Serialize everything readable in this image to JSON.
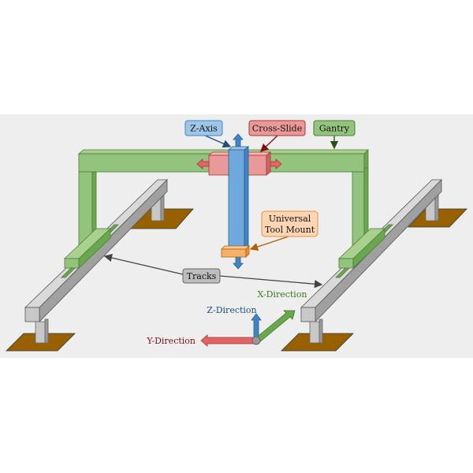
{
  "labels": {
    "z_axis": "Z-Axis",
    "cross_slide": "Cross-Slide",
    "gantry": "Gantry",
    "tool_mount_line1": "Universal",
    "tool_mount_line2": "Tool Mount",
    "tracks": "Tracks"
  },
  "axes": {
    "x": "X-Direction",
    "y": "Y-Direction",
    "z": "Z-Direction"
  },
  "colors": {
    "gantry": "#93c47d",
    "z_axis": "#6fa8dc",
    "cross_slide": "#ea9999",
    "tool_mount": "#f6b26b",
    "track": "#c0c0c0",
    "base": "#996000",
    "background": "#eeeeee"
  }
}
